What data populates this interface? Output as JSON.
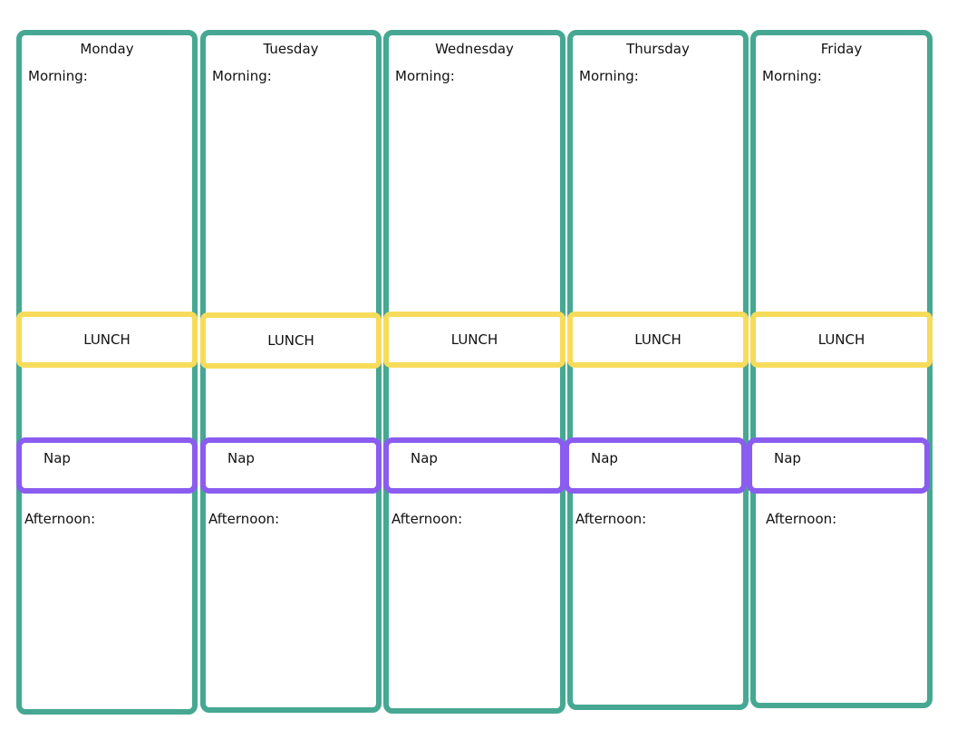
{
  "schedule": {
    "days": [
      {
        "name": "Monday",
        "morning": "Morning:",
        "lunch": "LUNCH",
        "nap": "Nap",
        "afternoon": "Afternoon:"
      },
      {
        "name": "Tuesday",
        "morning": "Morning:",
        "lunch": "LUNCH",
        "nap": "Nap",
        "afternoon": "Afternoon:"
      },
      {
        "name": "Wednesday",
        "morning": "Morning:",
        "lunch": "LUNCH",
        "nap": "Nap",
        "afternoon": "Afternoon:"
      },
      {
        "name": "Thursday",
        "morning": "Morning:",
        "lunch": "LUNCH",
        "nap": "Nap",
        "afternoon": "Afternoon:"
      },
      {
        "name": "Friday",
        "morning": "Morning:",
        "lunch": "LUNCH",
        "nap": "Nap",
        "afternoon": "Afternoon:"
      }
    ]
  },
  "colors": {
    "column_border": "#46a893",
    "lunch_border": "#f7dc5c",
    "nap_border": "#8b5cf0"
  }
}
